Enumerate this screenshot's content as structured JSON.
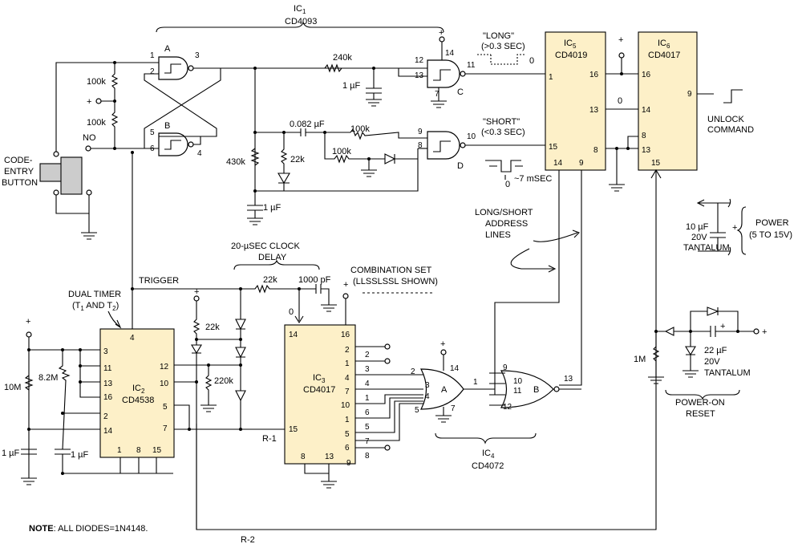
{
  "ic1": {
    "name": "IC",
    "sub": "1",
    "part": "CD4093"
  },
  "ic2": {
    "name": "IC",
    "sub": "2",
    "part": "CD4538"
  },
  "ic3": {
    "name": "IC",
    "sub": "3",
    "part": "CD4017"
  },
  "ic4": {
    "name": "IC",
    "sub": "4",
    "part": "CD4072"
  },
  "ic5": {
    "name": "IC",
    "sub": "5",
    "part": "CD4019"
  },
  "ic6": {
    "name": "IC",
    "sub": "6",
    "part": "CD4017"
  },
  "gates": {
    "a": "A",
    "b": "B",
    "c": "C",
    "d": "D",
    "or_a": "A",
    "nor_b": "B"
  },
  "labels": {
    "long_1": "\"LONG\"",
    "long_2": "(>0.3 SEC)",
    "short_1": "\"SHORT\"",
    "short_2": "(<0.3 SEC)",
    "pulse": "~7 mSEC",
    "unlock_1": "UNLOCK",
    "unlock_2": "COMMAND",
    "code_1": "CODE-",
    "code_2": "ENTRY",
    "code_3": "BUTTON",
    "no": "NO",
    "trigger": "TRIGGER",
    "dual_timer_1": "DUAL TIMER",
    "dual_timer_2a": "(T",
    "dual_timer_2b": "1",
    "dual_timer_2c": " AND T",
    "dual_timer_2d": "2",
    "dual_timer_2e": ")",
    "clock_1": "20-µSEC CLOCK",
    "clock_2": "DELAY",
    "combo_1": "COMBINATION SET",
    "combo_2": "(LLSSLSSL SHOWN)",
    "addr_1": "LONG/SHORT",
    "addr_2": "ADDRESS",
    "addr_3": "LINES",
    "power_1": "POWER",
    "power_2": "(5 TO 15V)",
    "tant_1": "10 µF",
    "tant_2": "20V",
    "tant_3": "TANTALUM",
    "reset_1": "POWER-ON",
    "reset_2": "RESET",
    "r1": "R-1",
    "r2": "R-2",
    "note_bold": "NOTE",
    "note_text": ": ALL DIODES=1N4148.",
    "plus": "+",
    "zero": "0"
  },
  "components": {
    "r_100k_a": "100k",
    "r_100k_b": "100k",
    "r_240k": "240k",
    "c_1uf_a": "1 µF",
    "c_0082": "0.082 µF",
    "r_100k_c": "100k",
    "r_100k_d": "100k",
    "r_22k_a": "22k",
    "r_430k": "430k",
    "c_1uf_b": "1 µF",
    "r_22k_b": "22k",
    "c_1000pf": "1000 pF",
    "r_22k_c": "22k",
    "r_220k": "220k",
    "r_10m": "10M",
    "r_82m": "8.2M",
    "c_1uf_c": "1 µF",
    "c_1uf_d": "1 µF",
    "r_1m": "1M",
    "c_22uf_1": "22 µF",
    "c_22uf_2": "20V",
    "c_22uf_3": "TANTALUM"
  },
  "pins": {
    "ic2": {
      "p4": "4",
      "p3": "3",
      "p11": "11",
      "p13": "13",
      "p16": "16",
      "p2": "2",
      "p14": "14",
      "p12": "12",
      "p10": "10",
      "p5": "5",
      "p7": "7",
      "p1": "1",
      "p8": "8",
      "p15": "15"
    },
    "ic3": {
      "p14": "14",
      "p16": "16",
      "p15": "15",
      "p8": "8",
      "p13": "13",
      "o2": "2",
      "o1a": "1",
      "o4": "4",
      "o7": "7",
      "o10": "10",
      "o1b": "1",
      "o5": "5",
      "o6": "6",
      "o9": "9"
    },
    "ic3_out_pins": {
      "p3": "3",
      "p2": "2",
      "p4": "4",
      "p1": "1",
      "p5": "5",
      "p6": "6",
      "p7": "7",
      "p8": "8"
    },
    "ic4": {
      "p2": "2",
      "p3": "3",
      "p4": "4",
      "p5": "5",
      "p14": "14",
      "p7": "7",
      "p1": "1",
      "p9": "9",
      "p10": "10",
      "p11": "11",
      "p12": "12",
      "p13": "13"
    },
    "ic5": {
      "p1": "1",
      "p15": "15",
      "p16": "16",
      "p13": "13",
      "p8": "8",
      "p14": "14",
      "p9": "9",
      "p11": "11",
      "p10": "10",
      "p0": "0"
    },
    "ic6": {
      "p16": "16",
      "p14": "14",
      "p8": "8",
      "p13": "13",
      "p15": "15",
      "p9": "9"
    },
    "gates": {
      "a1": "1",
      "a2": "2",
      "a3": "3",
      "b5": "5",
      "b6": "6",
      "b4": "4",
      "c12": "12",
      "c13": "13",
      "c14": "14",
      "c7": "7",
      "c11": "11",
      "d9": "9",
      "d8": "8",
      "d10": "10"
    }
  }
}
